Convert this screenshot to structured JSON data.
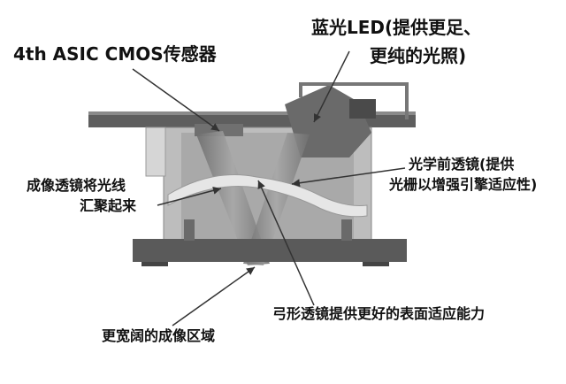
{
  "labels": {
    "sensor": "4th ASIC CMOS传感器",
    "led_line1": "蓝光LED(提供更足、",
    "led_line2": "更纯的光照)",
    "front_lens_line1": "光学前透镜(提供",
    "front_lens_line2": "光栅以增强引擎适应性)",
    "imaging_lens_line1": "成像透镜将光线",
    "imaging_lens_line2": "汇聚起来",
    "arc_lens": "弓形透镜提供更好的表面适应能力",
    "imaging_area": "更宽阔的成像区域"
  },
  "colors": {
    "dark_metal": "#5a5a5a",
    "light_body": "#bdbdbd",
    "beam": "#8a8a8a",
    "lens": "#e6e6e6",
    "arrow": "#333333"
  }
}
